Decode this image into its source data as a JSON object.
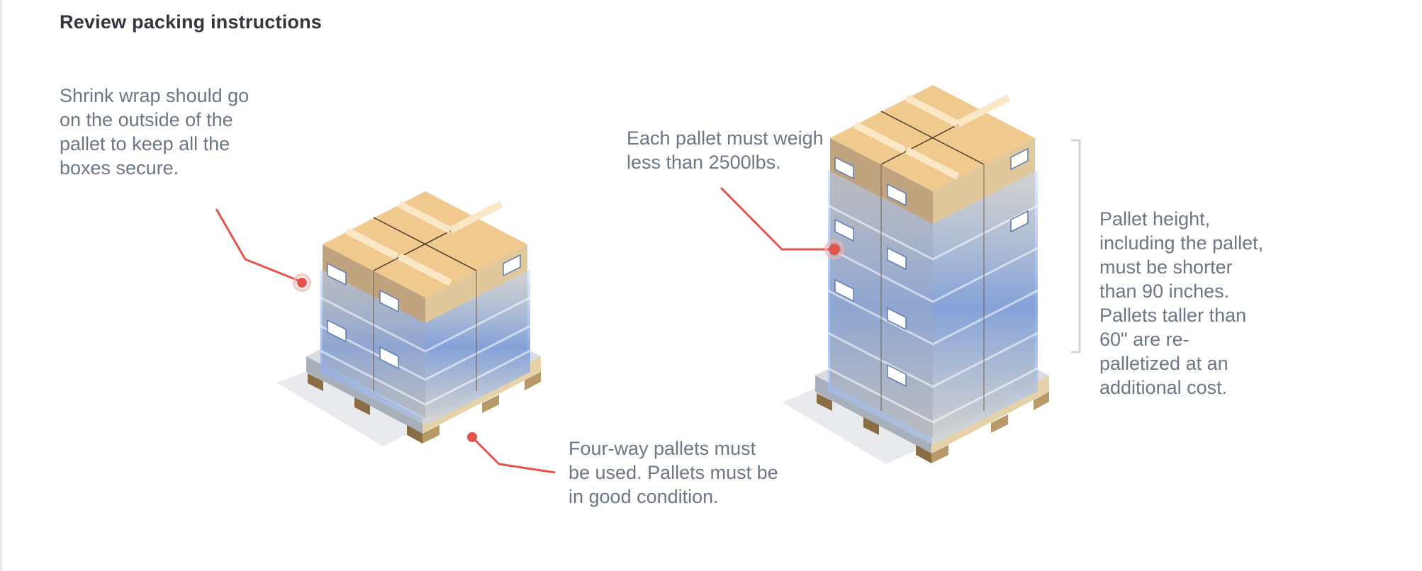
{
  "title": "Review packing instructions",
  "callouts": {
    "shrink_wrap": "Shrink wrap should go on the outside of the pallet to keep all the boxes secure.",
    "weight": "Each pallet must weigh less than 2500lbs.",
    "height": "Pallet height, including the pallet, must be shorter than 90 inches. Pallets taller than 60\" are re-palletized at an additional cost.",
    "four_way": "Four-way pallets must be used. Pallets must be in good condition."
  },
  "colors": {
    "callout_line": "#e5544a",
    "box_top": "#f0c98e",
    "box_side_left": "#c08a52",
    "box_side_right": "#dba96c",
    "wrap": "#9fbff0",
    "pallet_wood": "#d8c49a",
    "pallet_base": "#c7cdd6",
    "bracket": "#cfd5dd",
    "text_body": "#6c7685",
    "text_title": "#33373d"
  }
}
